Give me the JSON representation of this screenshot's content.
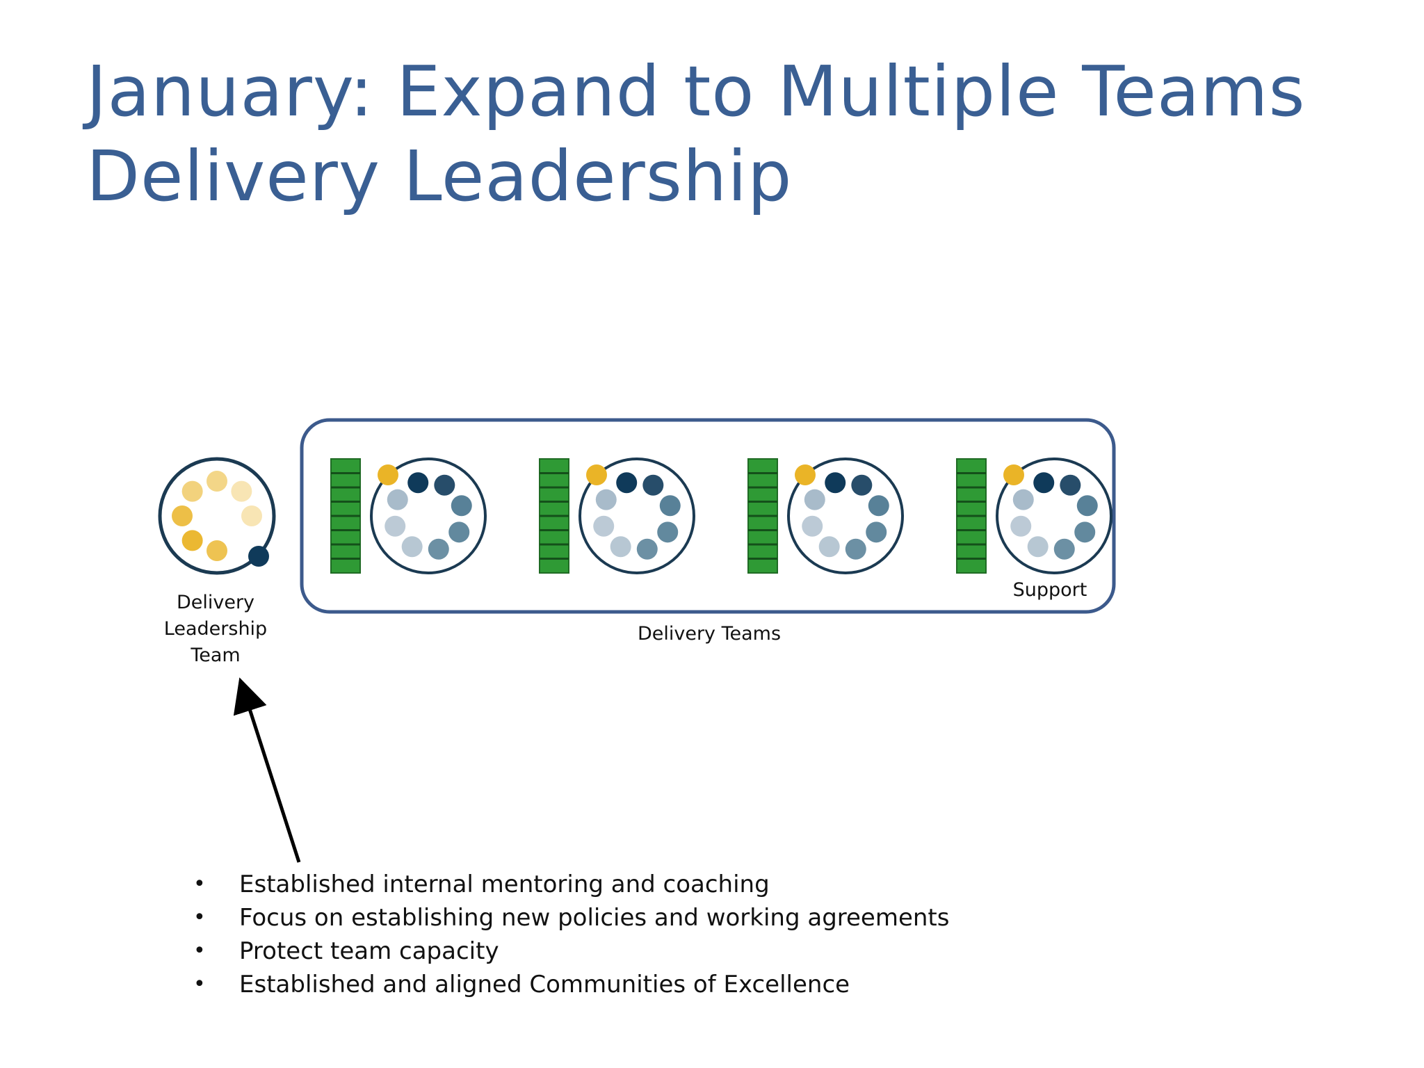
{
  "slide": {
    "title_line1": "January: Expand to Multiple Teams",
    "title_line2": "Delivery Leadership"
  },
  "diagram": {
    "leadership_label": "Delivery Leadership Team",
    "teams_group_label": "Delivery Teams",
    "support_label": "Support",
    "team_count": 4,
    "colors": {
      "title": "#3a5f93",
      "group_border": "#3c5a8c",
      "circle_border": "#1b3a52",
      "leader_member": "#eab427",
      "backlog_green": "#2f9a35",
      "member_dark": "#0f3a5a",
      "member_mid": "#3b6b86",
      "member_light": "#9fb4c4"
    },
    "icons": [
      "team-circle-icon",
      "backlog-bar-icon",
      "arrow-icon"
    ]
  },
  "bullets": [
    "Established internal mentoring and coaching",
    "Focus on establishing new policies and working agreements",
    "Protect team capacity",
    "Established and aligned Communities of Excellence"
  ]
}
